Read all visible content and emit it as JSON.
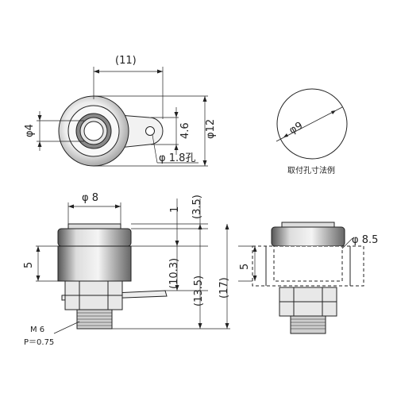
{
  "top_view": {
    "dim_width_11": "(11)",
    "dim_phi4": "φ4",
    "dim_4_6": "4.6",
    "dim_phi12": "φ12",
    "dim_hole": "φ 1.8孔"
  },
  "cutout": {
    "dim_phi9": "φ9",
    "label": "取付孔寸法例"
  },
  "side_view": {
    "dim_phi8": "φ 8",
    "dim_1": "1",
    "dim_3_5": "(3.5)",
    "dim_5": "5",
    "dim_10_3": "(10.3)",
    "dim_13_5": "(13.5)",
    "dim_17": "(17)",
    "thread_m6": "M 6",
    "thread_pitch": "P＝0.75"
  },
  "side_view_2": {
    "dim_phi8_5": "φ 8.5",
    "dim_5": "5"
  },
  "colors": {
    "line": "#222222",
    "shade": "#cfcfcf",
    "dark": "#555555"
  }
}
